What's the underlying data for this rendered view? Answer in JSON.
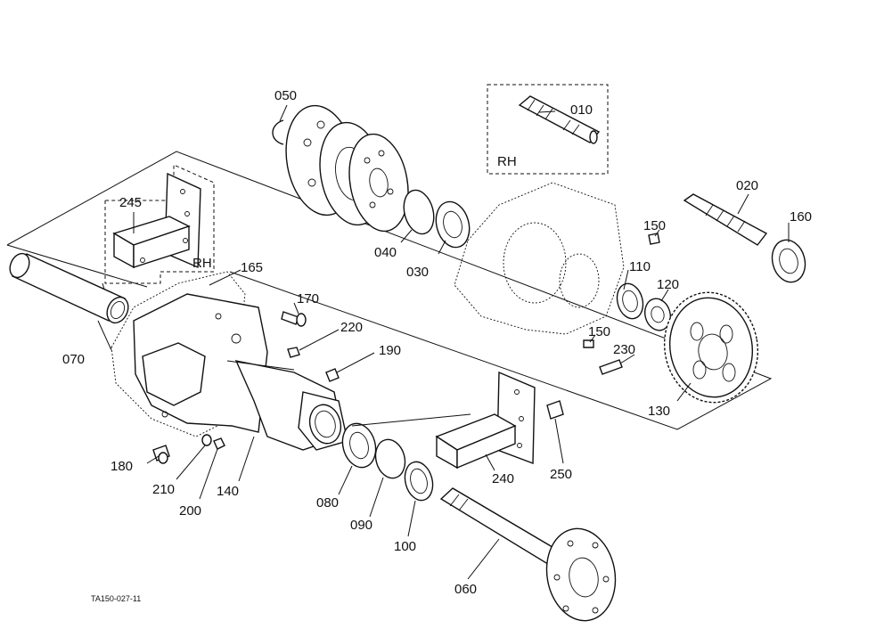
{
  "diagram": {
    "figure_code": "TA150-027-11",
    "group_labels": {
      "rh_top": "RH",
      "rh_left": "RH"
    },
    "part_labels": [
      {
        "id": "010",
        "text": "010"
      },
      {
        "id": "020",
        "text": "020"
      },
      {
        "id": "030",
        "text": "030"
      },
      {
        "id": "040",
        "text": "040"
      },
      {
        "id": "050",
        "text": "050"
      },
      {
        "id": "060",
        "text": "060"
      },
      {
        "id": "070",
        "text": "070"
      },
      {
        "id": "080",
        "text": "080"
      },
      {
        "id": "090",
        "text": "090"
      },
      {
        "id": "100",
        "text": "100"
      },
      {
        "id": "110",
        "text": "110"
      },
      {
        "id": "120",
        "text": "120"
      },
      {
        "id": "130",
        "text": "130"
      },
      {
        "id": "140",
        "text": "140"
      },
      {
        "id": "150a",
        "text": "150"
      },
      {
        "id": "150b",
        "text": "150"
      },
      {
        "id": "160",
        "text": "160"
      },
      {
        "id": "165",
        "text": "165"
      },
      {
        "id": "170",
        "text": "170"
      },
      {
        "id": "180",
        "text": "180"
      },
      {
        "id": "190",
        "text": "190"
      },
      {
        "id": "200",
        "text": "200"
      },
      {
        "id": "210",
        "text": "210"
      },
      {
        "id": "220",
        "text": "220"
      },
      {
        "id": "230",
        "text": "230"
      },
      {
        "id": "240",
        "text": "240"
      },
      {
        "id": "245",
        "text": "245"
      },
      {
        "id": "250",
        "text": "250"
      }
    ]
  }
}
